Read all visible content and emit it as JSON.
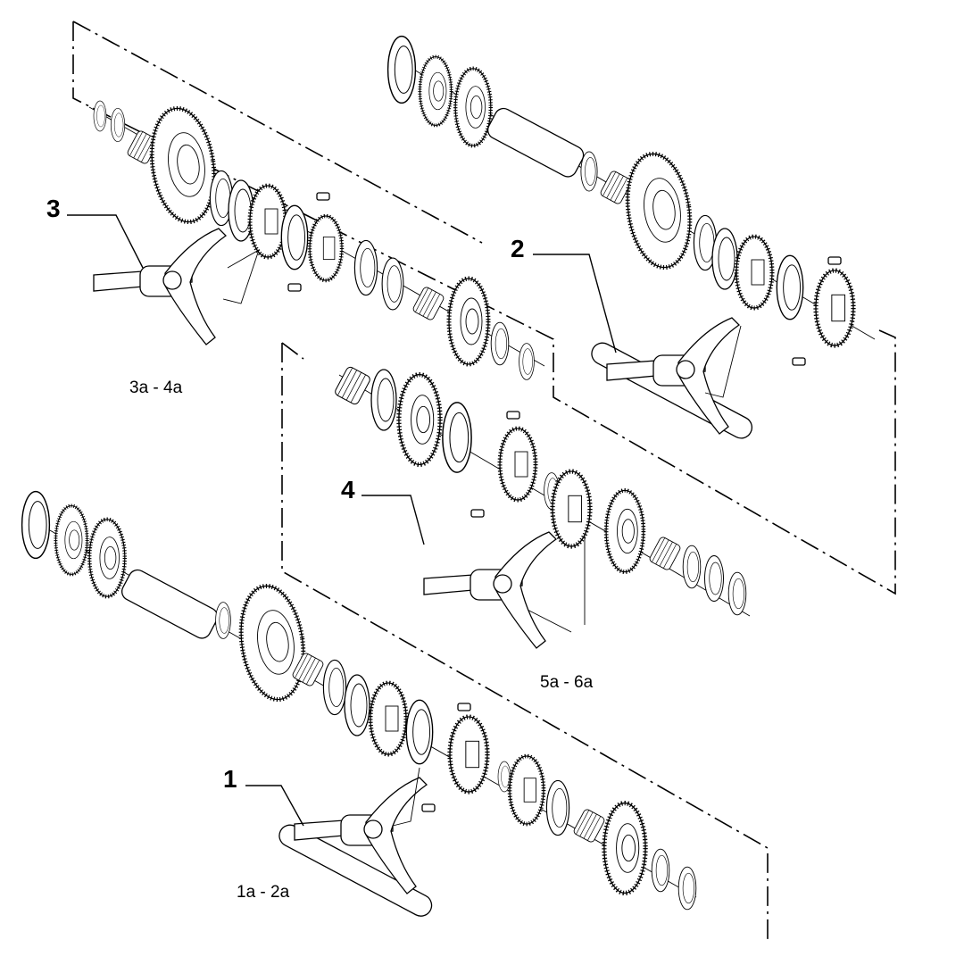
{
  "callouts": [
    {
      "id": "1",
      "label": "1",
      "caption": "1a - 2a"
    },
    {
      "id": "2",
      "label": "2",
      "caption": ""
    },
    {
      "id": "3",
      "label": "3",
      "caption": "3a - 4a"
    },
    {
      "id": "4",
      "label": "4",
      "caption": "5a - 6a"
    }
  ],
  "colors": {
    "line": "#000000",
    "background": "#ffffff"
  }
}
